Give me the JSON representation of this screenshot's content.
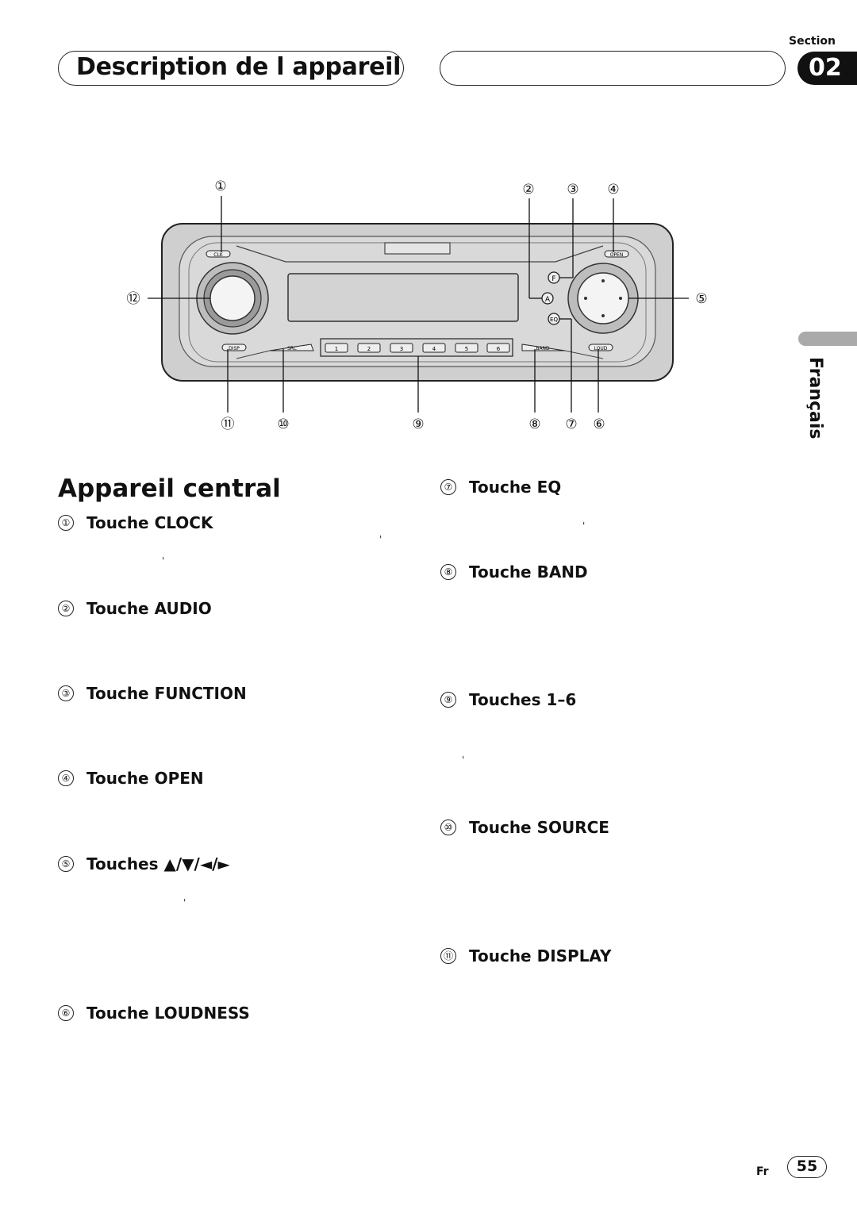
{
  "header": {
    "title": "Description de l appareil",
    "section_label": "Section",
    "section_number": "02"
  },
  "language_tab": "Français",
  "diagram": {
    "callouts": [
      "①",
      "②",
      "③",
      "④",
      "⑤",
      "⑥",
      "⑦",
      "⑧",
      "⑨",
      "⑩",
      "⑪",
      "⑫"
    ],
    "button_labels": {
      "clock": "CLK",
      "open": "OPEN",
      "display": "DISP",
      "source": "SRC",
      "band": "BAND",
      "loudness": "LOUD",
      "function": "F",
      "audio": "A",
      "eq": "EQ"
    },
    "presets": [
      "1",
      "2",
      "3",
      "4",
      "5",
      "6"
    ]
  },
  "content": {
    "title": "Appareil central",
    "items": [
      {
        "num": "①",
        "label": "Touche CLOCK"
      },
      {
        "num": "②",
        "label": "Touche AUDIO"
      },
      {
        "num": "③",
        "label": "Touche FUNCTION"
      },
      {
        "num": "④",
        "label": "Touche OPEN"
      },
      {
        "num": "⑤",
        "label": "Touches ▲/▼/◄/►"
      },
      {
        "num": "⑥",
        "label": "Touche LOUDNESS"
      },
      {
        "num": "⑦",
        "label": "Touche EQ"
      },
      {
        "num": "⑧",
        "label": "Touche BAND"
      },
      {
        "num": "⑨",
        "label": "Touches 1–6"
      },
      {
        "num": "⑩",
        "label": "Touche SOURCE"
      },
      {
        "num": "⑪",
        "label": "Touche DISPLAY"
      }
    ],
    "stray_mark": "'"
  },
  "footer": {
    "lang_code": "Fr",
    "page_number": "55"
  }
}
